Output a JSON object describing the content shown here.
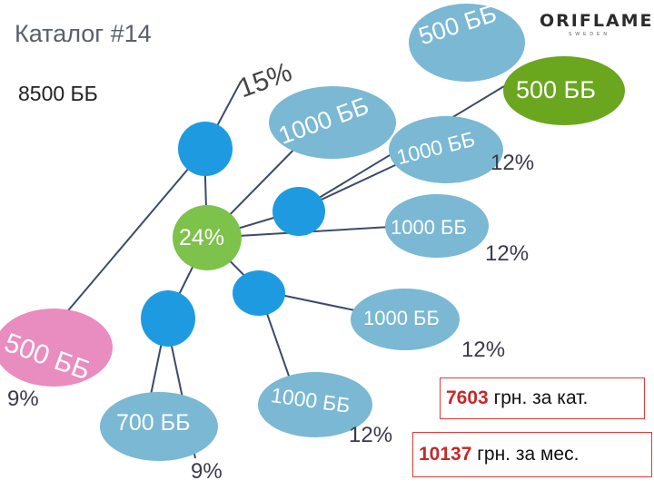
{
  "header": {
    "catalog_title": "Каталог #14",
    "main_points": "8500 ББ",
    "top_percent": "15%",
    "center_percent": "24%"
  },
  "logo": {
    "brand": "ORIFLAME",
    "sub": "SWEDEN"
  },
  "bubbles": {
    "top": "500 ББ",
    "right_green": "500 ББ",
    "upper_mid": "1000 ББ",
    "right_1": "1000 ББ",
    "right_2": "1000 ББ",
    "right_3": "1000 ББ",
    "pink": "500 ББ",
    "bottom_left": "700 ББ",
    "bottom_mid": "1000 ББ"
  },
  "percents": {
    "right_1": "12%",
    "right_2": "12%",
    "right_3": "12%",
    "bottom_mid": "12%",
    "pink": "9%",
    "bottom_left": "9%"
  },
  "summary": {
    "catalog_amount": "7603",
    "catalog_suffix": "грн. за кат.",
    "month_amount": "10137",
    "month_suffix": "грн. за мес."
  },
  "colors": {
    "teal_bubble": "#7ab8d4",
    "blue_node": "#1e9be0",
    "green": "#7dc24b",
    "olive_green": "#6aa61e",
    "pink": "#e98cc0",
    "line": "#3c4a6a",
    "box_border": "#e53935"
  }
}
